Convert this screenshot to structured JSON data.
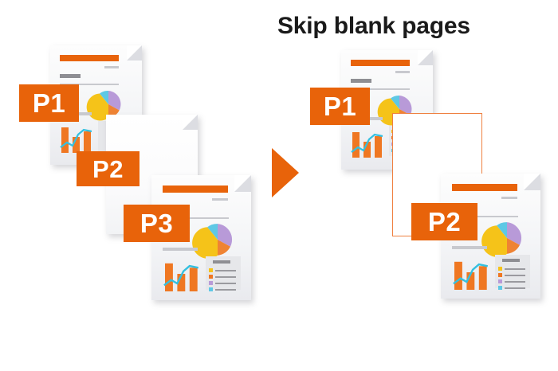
{
  "title": "Skip blank pages",
  "colors": {
    "orange": "#e8630a",
    "orange_outline": "#ef8040",
    "text": "#1a1a1a",
    "page_gray": "#9a9a9f",
    "pie_yellow": "#f5c319",
    "pie_orange": "#ef8333",
    "pie_purple": "#b89ad8",
    "pie_cyan": "#5ec8e5",
    "bar_orange": "#ef7722",
    "line_cyan": "#34c0e0"
  },
  "arrow": {
    "name": "process-arrow",
    "direction": "right"
  },
  "before": {
    "label": "before-stack",
    "pages": [
      {
        "badge": "P1",
        "blank": false
      },
      {
        "badge": "P2",
        "blank": true
      },
      {
        "badge": "P3",
        "blank": false
      }
    ]
  },
  "after": {
    "label": "after-stack",
    "pages": [
      {
        "badge": "P1",
        "blank": false
      },
      {
        "badge": "P2",
        "blank": false
      }
    ],
    "skipped_outline": {
      "name": "skipped-blank-page-outline"
    }
  },
  "document_content": {
    "header_bar": "title-bar",
    "text_lines": 5,
    "pie_chart": {
      "type": "pie",
      "slices": [
        {
          "label": "slice-1",
          "color": "#f5c319",
          "value": 52
        },
        {
          "label": "slice-2",
          "color": "#ef8333",
          "value": 18
        },
        {
          "label": "slice-3",
          "color": "#b89ad8",
          "value": 20
        },
        {
          "label": "slice-4",
          "color": "#5ec8e5",
          "value": 10
        }
      ]
    },
    "bar_chart": {
      "type": "bar",
      "values": [
        80,
        52,
        68
      ],
      "color": "#ef7722",
      "overlay_line_color": "#34c0e0"
    },
    "legend_rows": 4
  }
}
